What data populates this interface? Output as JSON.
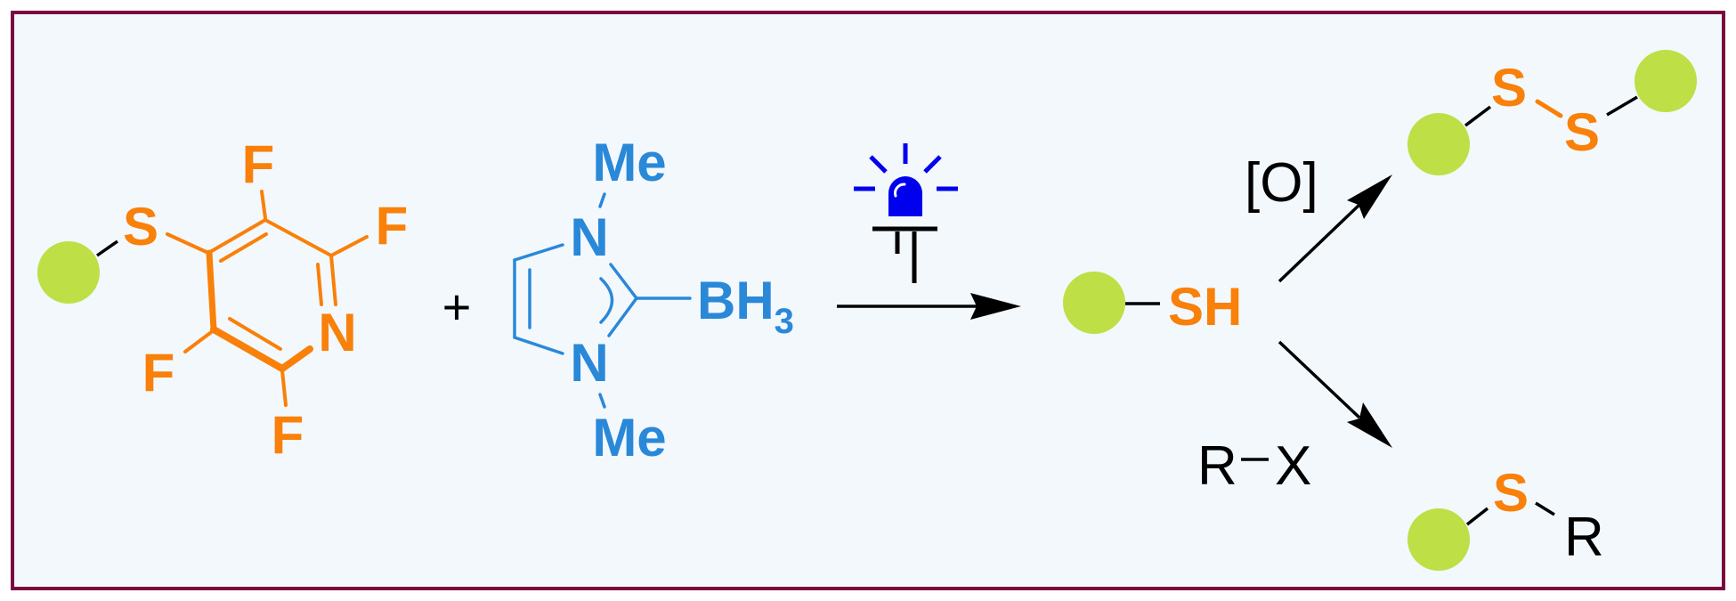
{
  "colors": {
    "frame": "#7a0a3e",
    "background": "#f3f8fd",
    "sulfur_pyridine": "#f98009",
    "nhc_borane": "#2a88d8",
    "substrate_ball": "#bedf46",
    "light_source": "#0000ee"
  },
  "reactant1": {
    "sulfur": "S",
    "fluorines": [
      "F",
      "F",
      "F",
      "F"
    ],
    "nitrogen": "N"
  },
  "plus": "+",
  "reactant2": {
    "n_top": "N",
    "n_bottom": "N",
    "me_top": "Me",
    "me_bottom": "Me",
    "borane": "BH",
    "borane_subscript": "3"
  },
  "condition_icon": "blue-led-light-icon",
  "product": {
    "thiol": "SH"
  },
  "oxidation": {
    "reagent": "[O]",
    "sulfur1": "S",
    "sulfur2": "S"
  },
  "alkylation": {
    "reagent_r": "R",
    "reagent_x": "X",
    "sulfur": "S",
    "r_group": "R"
  }
}
